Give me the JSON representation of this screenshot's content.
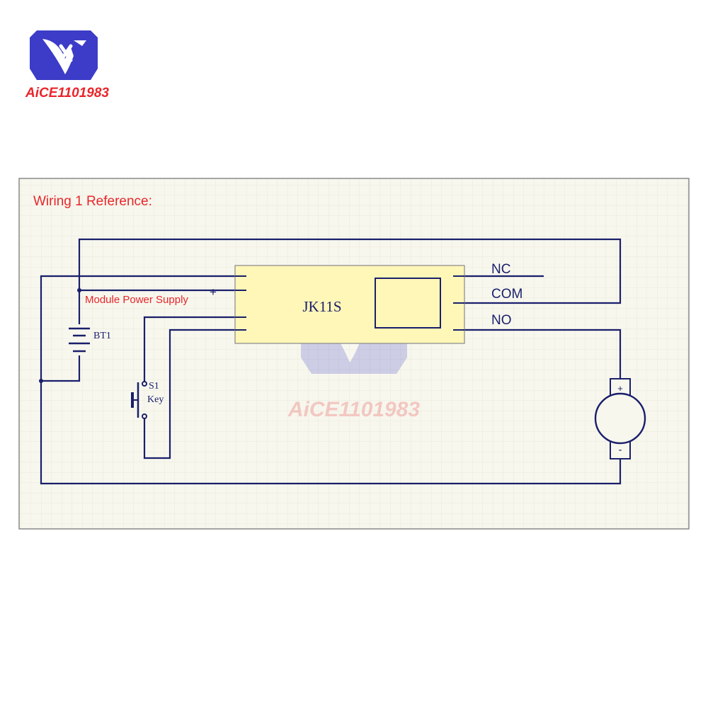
{
  "logo": {
    "brand_text": "AiCE1101983",
    "colors": {
      "shield": "#3c3cc8",
      "mark": "#ffffff",
      "text": "#e8262b"
    }
  },
  "diagram": {
    "title": "Wiring 1 Reference:",
    "module": {
      "label": "JK11S",
      "fill": "#fff7b8"
    },
    "relay_terminals": {
      "nc": "NC",
      "com": "COM",
      "no": "NO"
    },
    "power_label": "Module Power Supply",
    "plus_mark": "+",
    "battery_label": "BT1",
    "switch_label": "S1",
    "switch_sublabel": "Key",
    "motor": {
      "plus": "+",
      "minus": "-"
    },
    "watermark_text": "AiCE1101983",
    "colors": {
      "background": "#f7f7ee",
      "grid": "#e8e8dc",
      "wire": "#1a1f6b",
      "title": "#e8262b",
      "power_label": "#e8262b"
    }
  }
}
